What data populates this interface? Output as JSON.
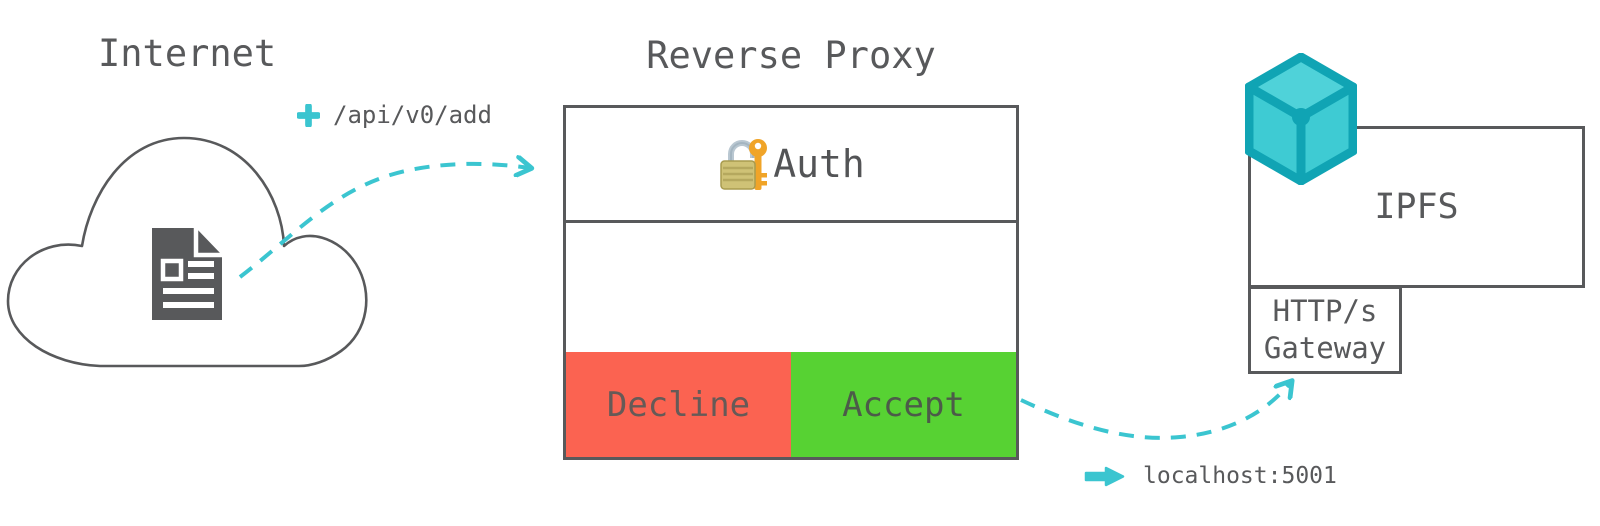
{
  "diagram": {
    "internet": {
      "title": "Internet",
      "icon": "document-icon"
    },
    "request": {
      "icon": "plus-icon",
      "path": "/api/v0/add"
    },
    "reverse_proxy": {
      "title": "Reverse Proxy",
      "auth": {
        "icon": "lock-with-key-icon",
        "label": "Auth"
      },
      "decline": {
        "label": "Decline",
        "color": "#fb6351"
      },
      "accept": {
        "label": "Accept",
        "color": "#57d233"
      }
    },
    "ipfs": {
      "title": "IPFS",
      "icon": "cube-icon",
      "gateway": {
        "label_line1": "HTTP/s",
        "label_line2": "Gateway"
      }
    },
    "destination": {
      "icon": "arrow-right-icon",
      "address": "localhost:5001"
    },
    "colors": {
      "accent_teal": "#3bc5d0",
      "decline_red": "#fb6351",
      "accept_green": "#57d233",
      "outline_gray": "#58595b",
      "cube_face_teal": "#3ecbd3",
      "cube_frame_teal": "#10a4b4"
    }
  }
}
